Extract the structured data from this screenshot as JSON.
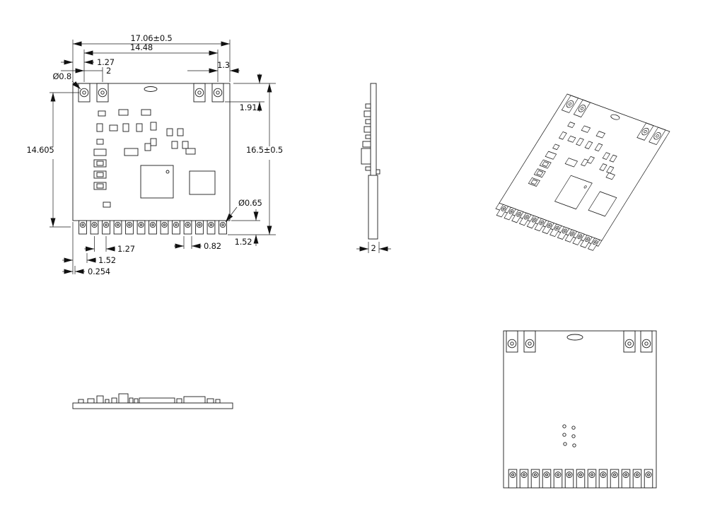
{
  "dimensions": {
    "front": {
      "overall_width": "17.06±0.5",
      "hole_span_width": "14.48",
      "edge_to_hole": "1.27",
      "hole_pitch": "2",
      "right_edge_to_hole": "1.3",
      "mount_hole_dia": "Ø0.8",
      "tab_depth": "1.91",
      "hole_to_bottom": "14.605",
      "overall_height": "16.5±0.5",
      "pin_hole_dia": "Ø0.65",
      "pin_length": "1.52",
      "pad_width": "0.82",
      "pin_pitch": "1.27",
      "edge_to_pin": "1.52",
      "pad_margin": "0.254"
    },
    "side": {
      "board_thickness": "2"
    }
  }
}
